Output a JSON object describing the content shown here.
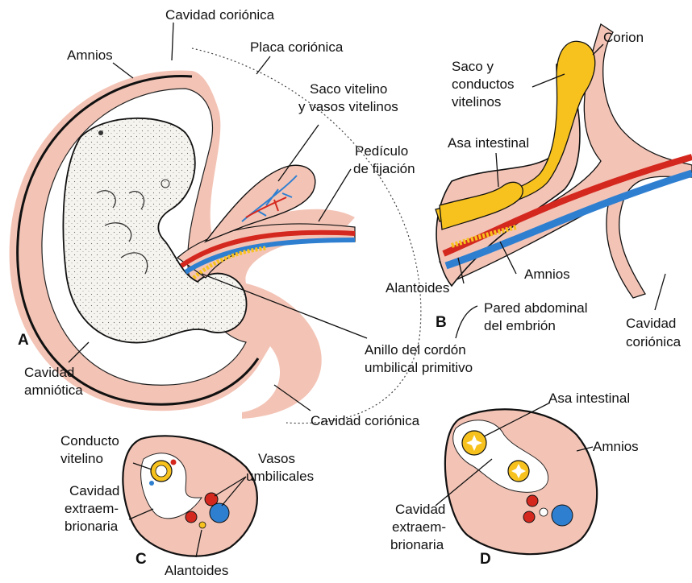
{
  "colors": {
    "tissue": "#f3c4b6",
    "outline": "#111111",
    "yolk": "#f7c21d",
    "artery": "#d4281f",
    "vein": "#2f7fd1",
    "embryo": "#f6f4ef"
  },
  "panels": {
    "a": "A",
    "b": "B",
    "c": "C",
    "d": "D"
  },
  "labels": {
    "a_cavidad_corionica_top": "Cavidad coriónica",
    "a_placa_corionica": "Placa coriónica",
    "a_amnios": "Amnios",
    "a_saco_vitelino_1": "Saco vitelino",
    "a_saco_vitelino_2": "y vasos vitelinos",
    "a_pediculo_1": "Pedículo",
    "a_pediculo_2": "de fijación",
    "a_cavidad_amniotica_1": "Cavidad",
    "a_cavidad_amniotica_2": "amniótica",
    "a_anillo_1": "Anillo del cordón",
    "a_anillo_2": "umbilical primitivo",
    "a_cavidad_corionica_bottom": "Cavidad coriónica",
    "b_corion": "Corion",
    "b_saco_1": "Saco y",
    "b_saco_2": "conductos",
    "b_saco_3": "vitelinos",
    "b_asa_intestinal": "Asa intestinal",
    "b_alantoides": "Alantoides",
    "b_amnios": "Amnios",
    "b_pared_1": "Pared abdominal",
    "b_pared_2": "del embrión",
    "b_cavidad_1": "Cavidad",
    "b_cavidad_2": "coriónica",
    "c_conducto_1": "Conducto",
    "c_conducto_2": "vitelino",
    "c_vasos_1": "Vasos",
    "c_vasos_2": "umbilicales",
    "c_cavidad_1": "Cavidad",
    "c_cavidad_2": "extraem-",
    "c_cavidad_3": "brionaria",
    "c_alantoides": "Alantoides",
    "d_asa_intestinal": "Asa intestinal",
    "d_amnios": "Amnios",
    "d_cavidad_1": "Cavidad",
    "d_cavidad_2": "extraem-",
    "d_cavidad_3": "brionaria"
  }
}
